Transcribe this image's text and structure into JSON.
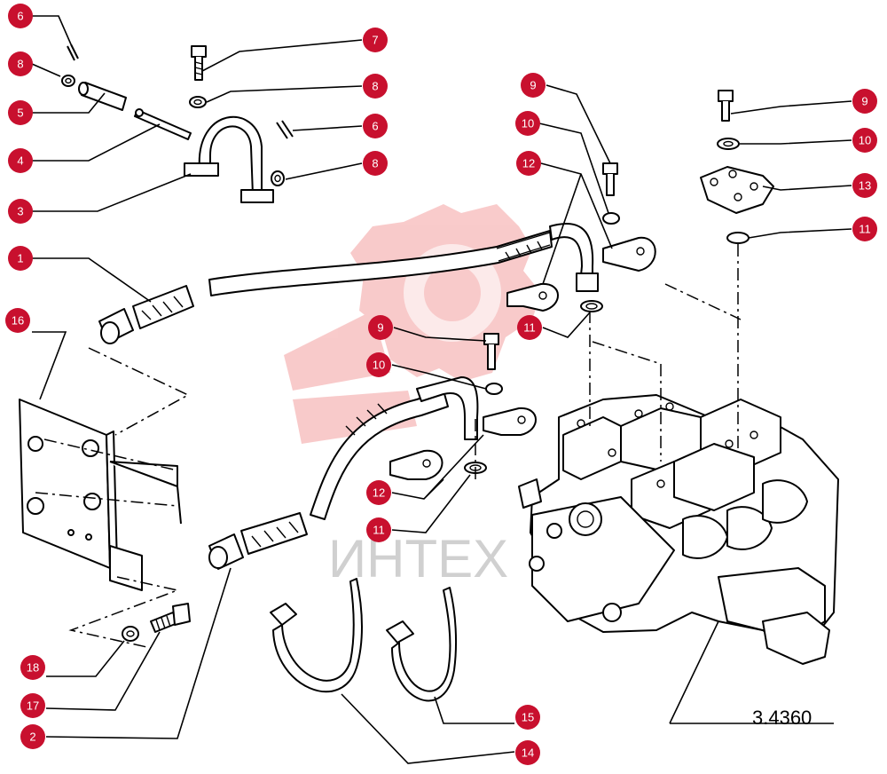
{
  "figure": {
    "reference": "3.4360"
  },
  "watermark": {
    "text": "ИНТЕХ",
    "logo": "gear-logo",
    "color": "#f4a0a0"
  },
  "colors": {
    "callout_fill": "#c8102e",
    "callout_text": "#ffffff",
    "line": "#000000"
  },
  "callouts": [
    {
      "id": "c-6a",
      "label": "6"
    },
    {
      "id": "c-8a",
      "label": "8"
    },
    {
      "id": "c-5",
      "label": "5"
    },
    {
      "id": "c-4",
      "label": "4"
    },
    {
      "id": "c-3",
      "label": "3"
    },
    {
      "id": "c-1",
      "label": "1"
    },
    {
      "id": "c-16",
      "label": "16"
    },
    {
      "id": "c-7",
      "label": "7"
    },
    {
      "id": "c-8b",
      "label": "8"
    },
    {
      "id": "c-6b",
      "label": "6"
    },
    {
      "id": "c-8c",
      "label": "8"
    },
    {
      "id": "c-9a",
      "label": "9"
    },
    {
      "id": "c-10a",
      "label": "10"
    },
    {
      "id": "c-12a",
      "label": "12"
    },
    {
      "id": "c-11a",
      "label": "11"
    },
    {
      "id": "c-9b",
      "label": "9"
    },
    {
      "id": "c-10b",
      "label": "10"
    },
    {
      "id": "c-12b",
      "label": "12"
    },
    {
      "id": "c-11b",
      "label": "11"
    },
    {
      "id": "c-9c",
      "label": "9"
    },
    {
      "id": "c-10c",
      "label": "10"
    },
    {
      "id": "c-13",
      "label": "13"
    },
    {
      "id": "c-11c",
      "label": "11"
    },
    {
      "id": "c-18",
      "label": "18"
    },
    {
      "id": "c-17",
      "label": "17"
    },
    {
      "id": "c-2",
      "label": "2"
    },
    {
      "id": "c-15",
      "label": "15"
    },
    {
      "id": "c-14",
      "label": "14"
    }
  ]
}
